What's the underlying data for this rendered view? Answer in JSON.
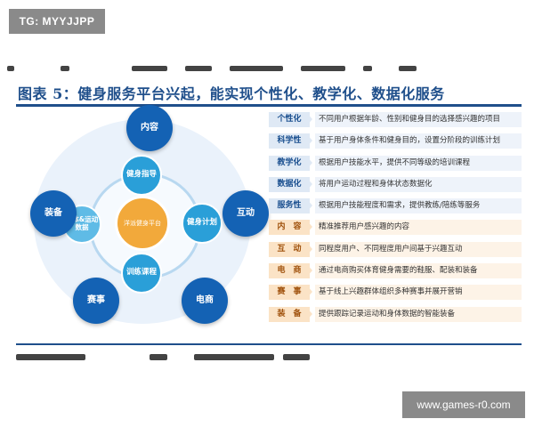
{
  "watermarks": {
    "top": "TG: MYYJJPP",
    "bottom": "www.games-r0.com"
  },
  "figure": {
    "title": "图表 5：健身服务平台兴起，能实现个性化、教学化、数据化服务"
  },
  "diagram": {
    "center": "洋派健身平台",
    "outer_nodes": [
      "内容",
      "互动",
      "电商",
      "赛事",
      "装备"
    ],
    "inner_nodes": [
      "健身指导",
      "健身计划",
      "训练课程",
      "身体&运动数据"
    ]
  },
  "table": {
    "rows_a": [
      {
        "label": "个性化",
        "text": "不同用户根据年龄、性别和健身目的选择感兴趣的项目"
      },
      {
        "label": "科学性",
        "text": "基于用户身体条件和健身目的，设置分阶段的训练计划"
      },
      {
        "label": "教学化",
        "text": "根据用户技能水平，提供不同等级的培训课程"
      },
      {
        "label": "数据化",
        "text": "将用户运动过程和身体状态数据化"
      },
      {
        "label": "服务性",
        "text": "根据用户技能程度和需求，提供教练/陪练等服务"
      }
    ],
    "rows_b": [
      {
        "label": "内　容",
        "text": "精准推荐用户感兴趣的内容"
      },
      {
        "label": "互　动",
        "text": "同程度用户、不同程度用户间基于兴趣互动"
      },
      {
        "label": "电　商",
        "text": "通过电商购买体育健身需要的鞋服、配装和装备"
      },
      {
        "label": "赛　事",
        "text": "基于线上兴趣群体组织多种赛事并展开营销"
      },
      {
        "label": "装　备",
        "text": "提供跟踪记录运动和身体数据的智能装备"
      }
    ]
  },
  "colors": {
    "primary": "#1462b4",
    "accent": "#2a9fd8",
    "center": "#f2a93b",
    "title": "#1f4f8b"
  }
}
